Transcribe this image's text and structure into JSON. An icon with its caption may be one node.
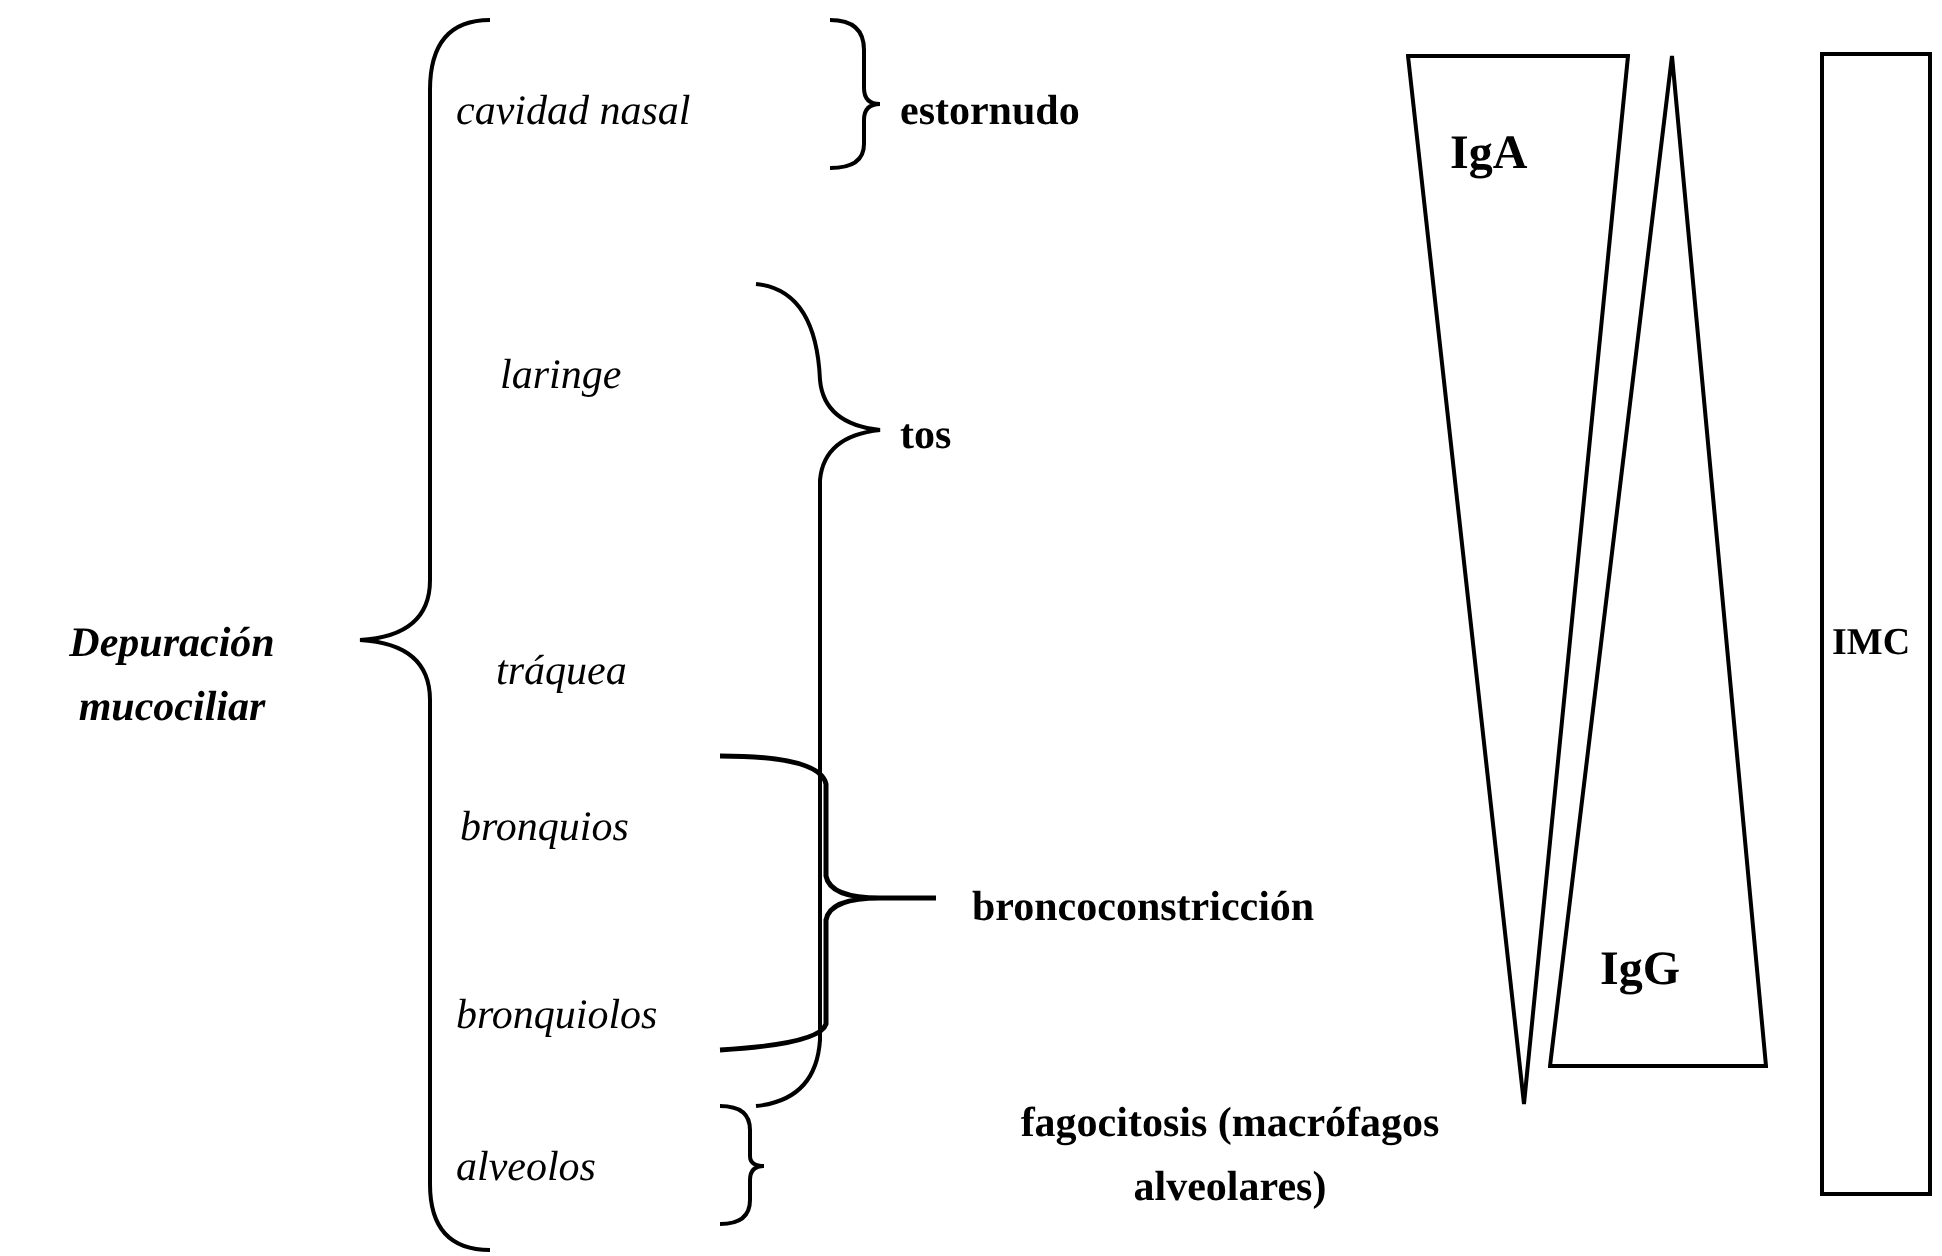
{
  "diagram": {
    "nodes": [
      {
        "text": [
          "IgA"
        ]
      },
      {
        "text": [
          "IgG"
        ]
      },
      {
        "text": [
          "IMC"
        ]
      }
    ],
    "labels": [
      "cavidad nasal",
      "estornudo",
      "laringe",
      "tos",
      "tráquea",
      "Depuración mucociliar",
      "bronquios",
      "broncoconstricción",
      "bronquiolos",
      "fagocitosis (macrófagos alveolares)",
      "alveolos"
    ]
  }
}
